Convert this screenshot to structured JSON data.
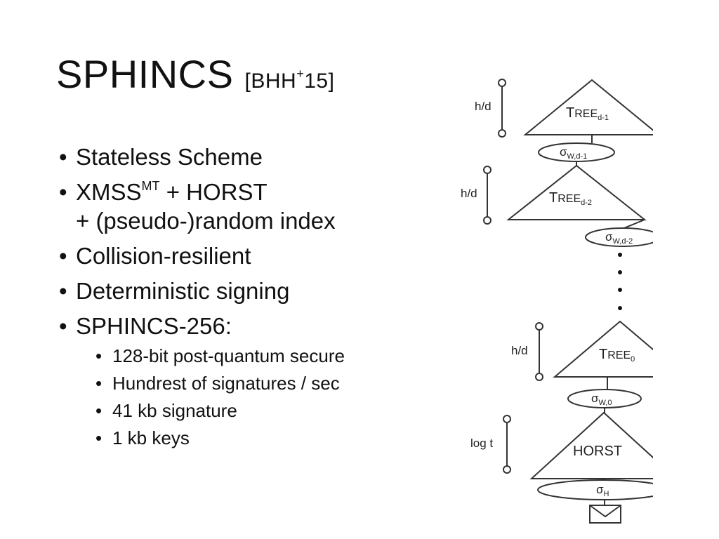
{
  "slide": {
    "title": "SPHINCS",
    "citation_prefix": "[BHH",
    "citation_sup": "+",
    "citation_suffix": "15]"
  },
  "bullets": [
    {
      "text": "Stateless Scheme"
    },
    {
      "text_main": "XMSS",
      "text_sup": "MT",
      "text_rest": " + HORST",
      "text_line2": "+ (pseudo-)random index"
    },
    {
      "text": "Collision-resilient"
    },
    {
      "text": "Deterministic signing"
    },
    {
      "text": "SPHINCS-256:"
    }
  ],
  "subbullets": [
    "128-bit post-quantum secure",
    "Hundrest of signatures / sec",
    "41 kb signature",
    "1 kb keys"
  ],
  "diagram": {
    "height_labels": [
      "h/d",
      "h/d",
      "h/d",
      "log t"
    ],
    "trees": [
      {
        "base": "T",
        "rest": "REE",
        "sub": "d-1"
      },
      {
        "base": "T",
        "rest": "REE",
        "sub": "d-2"
      },
      {
        "base": "T",
        "rest": "REE",
        "sub": "0"
      }
    ],
    "horst_label": "HORST",
    "sig_base": "σ",
    "sig_subs": [
      "W,d-1",
      "W,d-2",
      "W,0",
      "H"
    ],
    "icons": [
      "vertical-ellipsis-icon",
      "envelope-icon"
    ]
  }
}
